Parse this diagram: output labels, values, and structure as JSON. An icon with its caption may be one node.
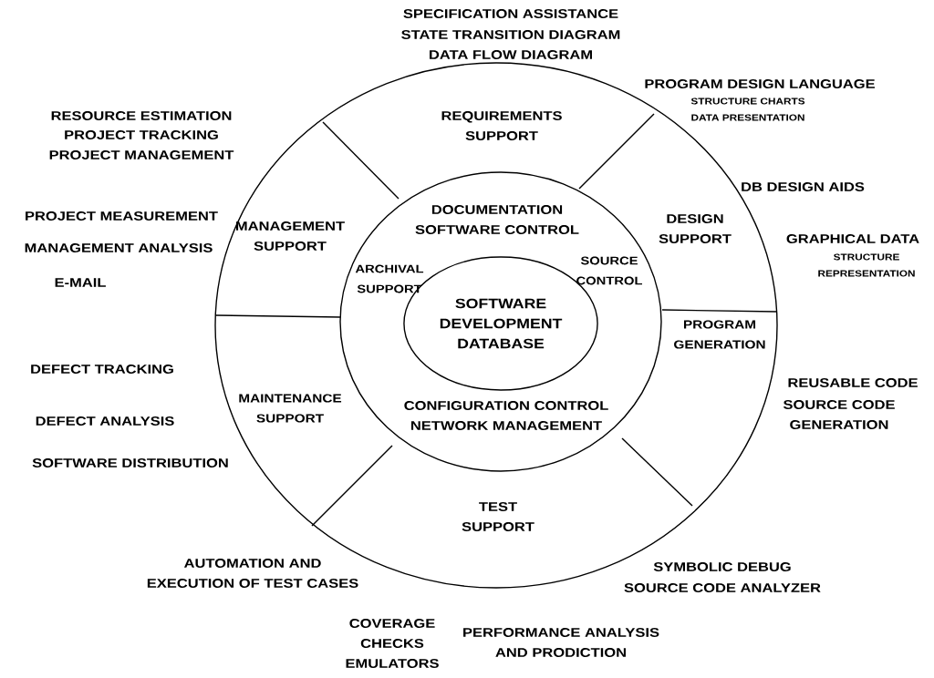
{
  "diagram": {
    "nodes": [
      {
        "text": [],
        "shape": "circle"
      },
      {
        "text": [],
        "shape": "circle",
        "in": 0
      },
      {
        "text": [
          "SOFTWARE DEVELOPMENT DATABASE"
        ],
        "in": 1
      }
    ],
    "labels": [
      "SPECIFICATION ASSISTANCE",
      "STATE TRANSITION DIAGRAM",
      "DATA FLOW DIAGRAM",
      "PROGRAM DESIGN LANGUAGE",
      "STRUCTURE CHARTS",
      "DATA PRESENTATION",
      "RESOURCE ESTIMATION",
      "PROJECT TRACKING",
      "PROJECT MANAGEMENT",
      "REQUIREMENTS SUPPORT",
      "DB DESIGN AIDS",
      "PROJECT MEASUREMENT",
      "DOCUMENTATION SOFTWARE CONTROL",
      "MANAGEMENT SUPPORT",
      "DESIGN SUPPORT",
      "GRAPHICAL DATA",
      "MANAGEMENT ANALYSIS",
      "STRUCTURE REPRESENTATION",
      "SOURCE CONTROL",
      "ARCHIVAL SUPPORT",
      "E-MAIL",
      "PROGRAM GENERATION",
      "DEFECT TRACKING",
      "REUSABLE CODE",
      "MAINTENANCE SUPPORT",
      "SOURCE CODE GENERATION",
      "CONFIGURATION CONTROL NETWORK MANAGEMENT",
      "DEFECT ANALYSIS",
      "SOFTWARE DISTRIBUTION",
      "TEST SUPPORT",
      "AUTOMATION AND EXECUTION OF TEST CASES",
      "SYMBOLIC DEBUG",
      "SOURCE CODE ANALYZER",
      "COVERAGE CHECKS EMULATORS",
      "PERFORMANCE ANALYSIS AND PRODICTION"
    ]
  }
}
